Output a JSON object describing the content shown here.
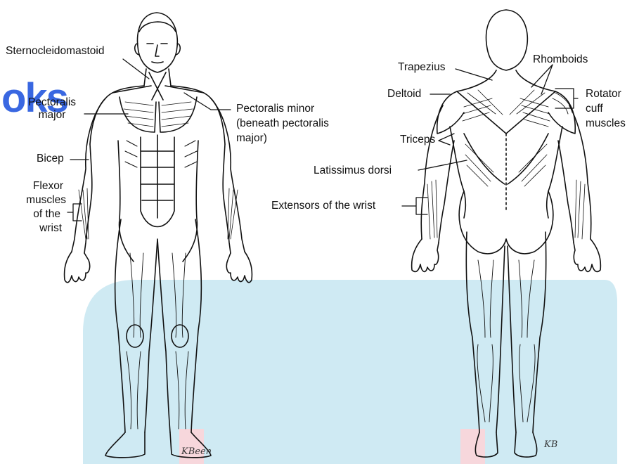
{
  "watermark": {
    "text": "oks",
    "color": "#2f5fe0"
  },
  "colors": {
    "band": "#cfeaf3",
    "stripe": "#f7d7dc",
    "ink": "#111111"
  },
  "front_labels": {
    "sternocleidomastoid": "Sternocleidomastoid",
    "pectoralis_major_line1": "Pectoralis",
    "pectoralis_major_line2": "major",
    "pectoralis_minor_line1": "Pectoralis minor",
    "pectoralis_minor_line2": "(beneath pectoralis",
    "pectoralis_minor_line3": "major)",
    "bicep": "Bicep",
    "flexor_line1": "Flexor",
    "flexor_line2": "muscles",
    "flexor_line3": "of the",
    "flexor_line4": "wrist"
  },
  "back_labels": {
    "trapezius": "Trapezius",
    "rhomboids": "Rhomboids",
    "deltoid": "Deltoid",
    "rotator_line1": "Rotator",
    "rotator_line2": "cuff",
    "rotator_line3": "muscles",
    "triceps": "Triceps",
    "latissimus": "Latissimus dorsi",
    "extensors": "Extensors of the wrist"
  },
  "signatures": {
    "front": "KBeen",
    "back": "KB"
  }
}
